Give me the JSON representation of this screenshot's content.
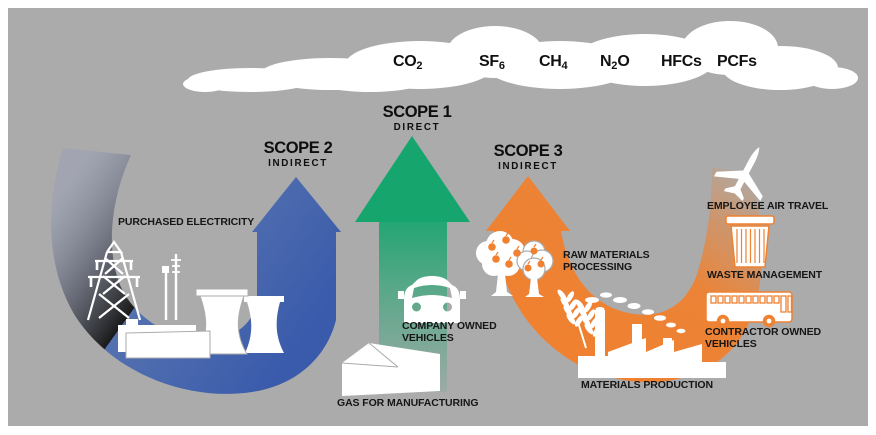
{
  "canvas": {
    "background": "#ababab",
    "frame": "#ffffff"
  },
  "cloud": {
    "gases": [
      {
        "pre": "CO",
        "sub": "2",
        "post": ""
      },
      {
        "pre": "SF",
        "sub": "6",
        "post": ""
      },
      {
        "pre": "CH",
        "sub": "4",
        "post": ""
      },
      {
        "pre": "N",
        "sub": "2",
        "post": "O"
      },
      {
        "pre": "HFCs",
        "sub": "",
        "post": ""
      },
      {
        "pre": "PCFs",
        "sub": "",
        "post": ""
      }
    ]
  },
  "scopes": {
    "scope1": {
      "title": "SCOPE 1",
      "subtitle": "DIRECT",
      "color": "#17a56e"
    },
    "scope2": {
      "title": "SCOPE 2",
      "subtitle": "INDIRECT",
      "color": "#3a5bab"
    },
    "scope3": {
      "title": "SCOPE 3",
      "subtitle": "INDIRECT",
      "color": "#ef8130"
    }
  },
  "items": {
    "purchased_electricity": "PURCHASED ELECTRICITY",
    "company_owned_vehicles": "COMPANY OWNED VEHICLES",
    "gas_for_manufacturing": "GAS FOR MANUFACTURING",
    "raw_materials_processing": "RAW MATERIALS PROCESSING",
    "materials_production": "MATERIALS PRODUCTION",
    "contractor_owned_vehicles": "CONTRACTOR OWNED VEHICLES",
    "waste_management": "WASTE MANAGEMENT",
    "employee_air_travel": "EMPLOYEE AIR TRAVEL"
  }
}
